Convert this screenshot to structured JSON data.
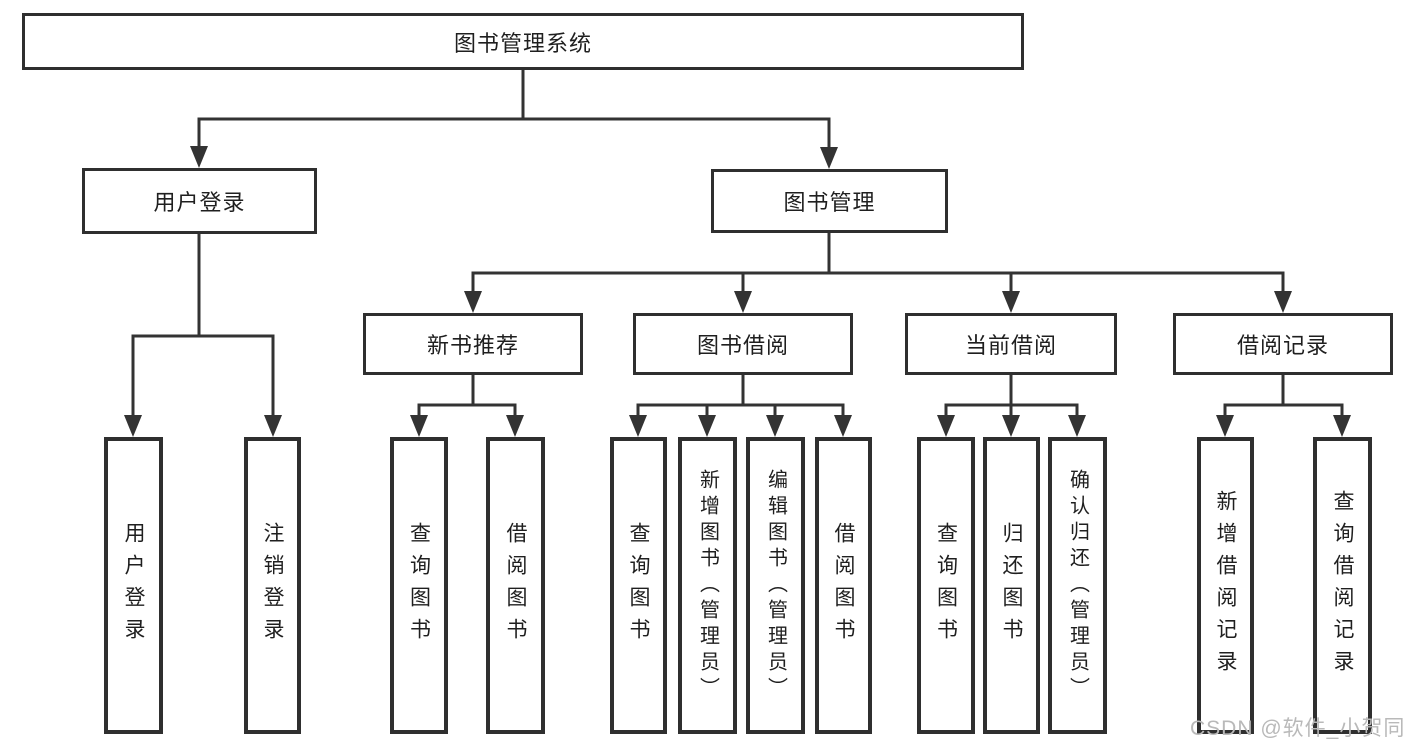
{
  "nodes": {
    "root": "图书管理系统",
    "user_login": "用户登录",
    "book_management": "图书管理",
    "new_book_recommend": "新书推荐",
    "book_borrow": "图书借阅",
    "current_borrow": "当前借阅",
    "borrow_records": "借阅记录",
    "leaf_user_login": "用户登录",
    "leaf_logout_login": "注销登录",
    "leaf_query_books_recommend": "查询图书",
    "leaf_borrow_books_recommend": "借阅图书",
    "leaf_query_books_borrow": "查询图书",
    "leaf_add_books_admin": "新增图书（管理员）",
    "leaf_edit_books_admin": "编辑图书（管理员）",
    "leaf_borrow_books_borrow": "借阅图书",
    "leaf_query_books_current": "查询图书",
    "leaf_return_books": "归还图书",
    "leaf_confirm_return_admin": "确认归还（管理员）",
    "leaf_add_borrow_record": "新增借阅记录",
    "leaf_query_borrow_record": "查询借阅记录"
  },
  "watermark": "CSDN @软件_小贺同学",
  "colors": {
    "line": "#333333",
    "border": "#2f2f2f",
    "text": "#1f1f1f",
    "background": "#ffffff",
    "watermark": "#b9b9b9"
  }
}
